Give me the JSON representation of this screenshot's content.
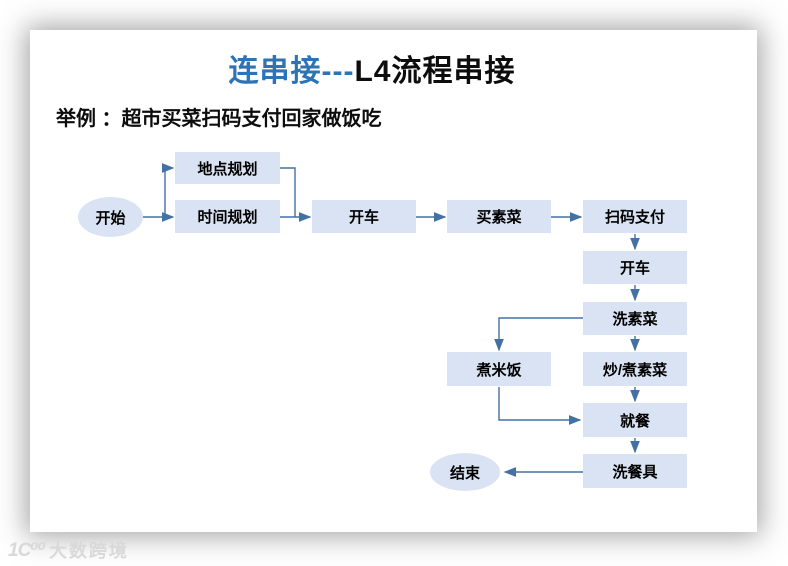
{
  "slide": {
    "title": {
      "highlight": "连串接---",
      "rest": "L4流程串接",
      "highlight_color": "#2e74b5",
      "text_color": "#0d0d0d"
    },
    "subtitle": "举例 ：超市买菜扫码支付回家做饭吃"
  },
  "flowchart": {
    "node_fill_color": "#dae3f3",
    "connector_color": "#4471a4",
    "nodes": [
      {
        "id": "start",
        "type": "terminal-ellipse",
        "label": "开始"
      },
      {
        "id": "location-planning",
        "type": "process",
        "label": "地点规划"
      },
      {
        "id": "time-planning",
        "type": "process",
        "label": "时间规划"
      },
      {
        "id": "drive-1",
        "type": "process",
        "label": "开车"
      },
      {
        "id": "buy-vegetables",
        "type": "process",
        "label": "买素菜"
      },
      {
        "id": "scan-code-pay",
        "type": "process",
        "label": "扫码支付"
      },
      {
        "id": "drive-2",
        "type": "process",
        "label": "开车"
      },
      {
        "id": "wash-vegetables",
        "type": "process",
        "label": "洗素菜"
      },
      {
        "id": "cook-rice",
        "type": "process",
        "label": "煮米饭"
      },
      {
        "id": "fry-cook-vegetables",
        "type": "process",
        "label": "炒/煮素菜"
      },
      {
        "id": "dine",
        "type": "process",
        "label": "就餐"
      },
      {
        "id": "wash-dishes",
        "type": "process",
        "label": "洗餐具"
      },
      {
        "id": "end",
        "type": "terminal-ellipse",
        "label": "结束"
      }
    ],
    "edges": [
      {
        "from": "start",
        "to": "location-planning"
      },
      {
        "from": "start",
        "to": "time-planning"
      },
      {
        "from": "location-planning",
        "to": "drive-1"
      },
      {
        "from": "time-planning",
        "to": "drive-1"
      },
      {
        "from": "drive-1",
        "to": "buy-vegetables"
      },
      {
        "from": "buy-vegetables",
        "to": "scan-code-pay"
      },
      {
        "from": "scan-code-pay",
        "to": "drive-2"
      },
      {
        "from": "drive-2",
        "to": "wash-vegetables"
      },
      {
        "from": "wash-vegetables",
        "to": "cook-rice"
      },
      {
        "from": "wash-vegetables",
        "to": "fry-cook-vegetables"
      },
      {
        "from": "cook-rice",
        "to": "dine"
      },
      {
        "from": "fry-cook-vegetables",
        "to": "dine"
      },
      {
        "from": "dine",
        "to": "wash-dishes"
      },
      {
        "from": "wash-dishes",
        "to": "end"
      }
    ]
  },
  "watermark": {
    "logo": "1Ϲ⁰⁰",
    "text": "大数跨境"
  }
}
